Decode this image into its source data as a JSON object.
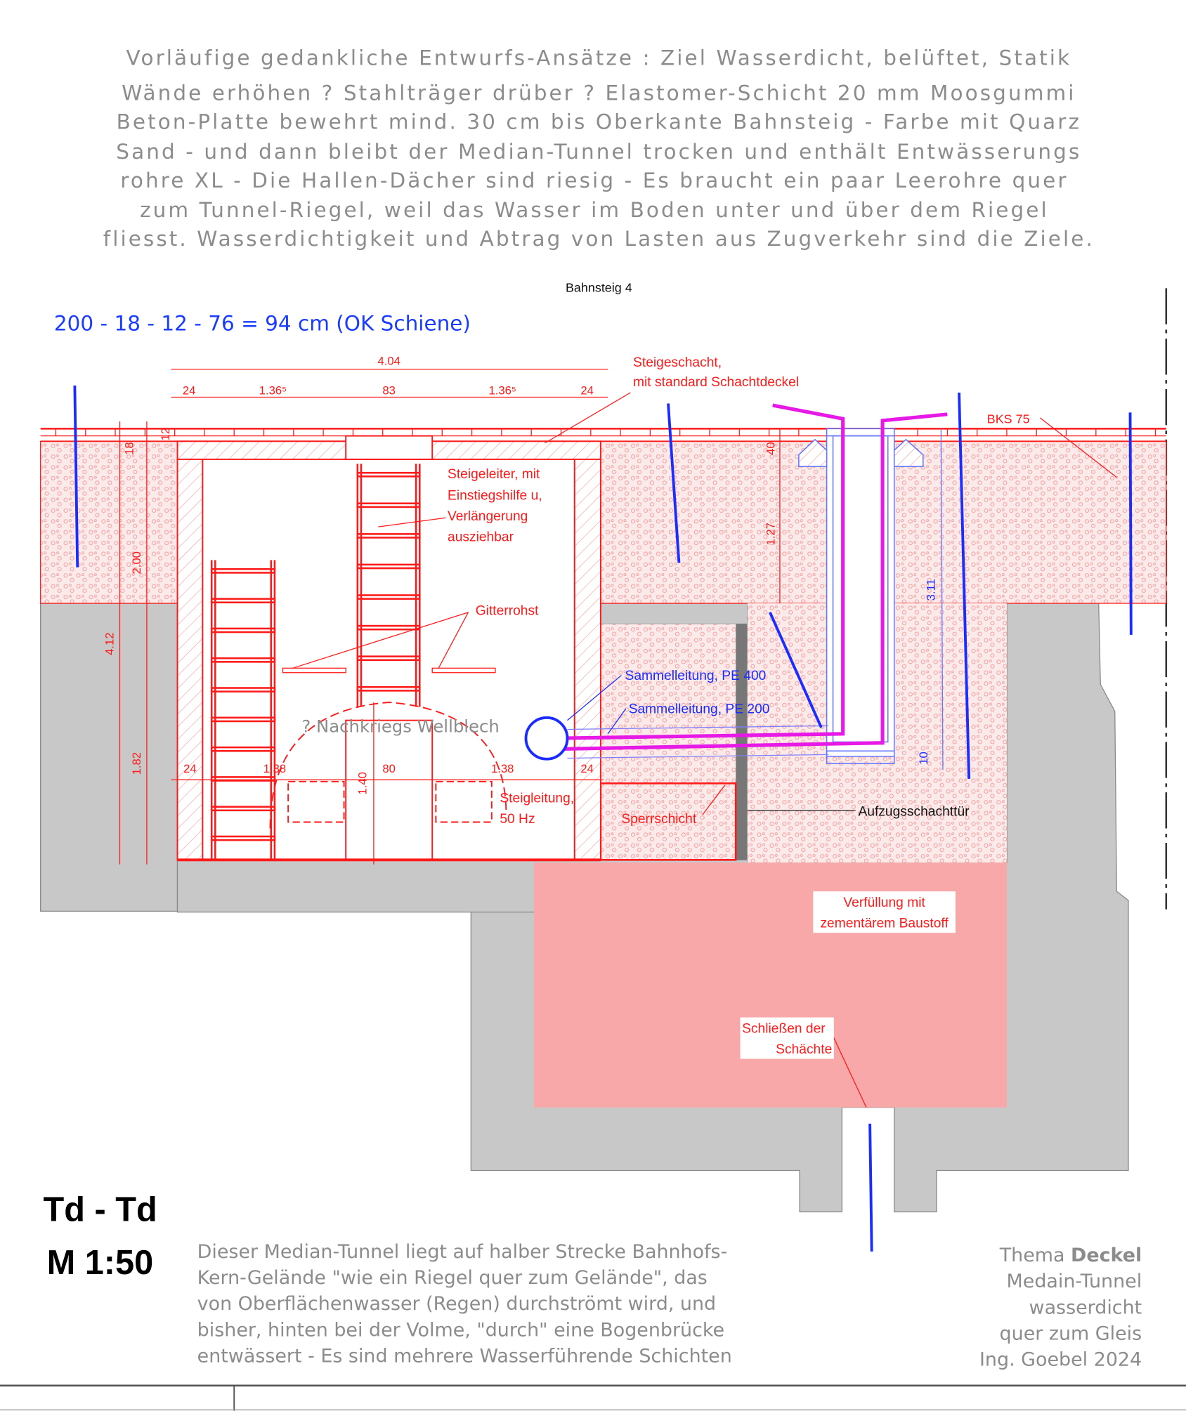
{
  "header_lines": [
    "Vorläufige gedankliche Entwurfs-Ansätze : Ziel Wasserdicht, belüftet, Statik",
    "Wände erhöhen ? Stahlträger drüber ? Elastomer-Schicht 20 mm Moosgummi",
    "Beton-Platte bewehrt mind. 30 cm bis Oberkante Bahnsteig - Farbe mit Quarz",
    "Sand - und dann bleibt der Median-Tunnel trocken und enthält Entwässerungs",
    "rohre XL  - Die Hallen-Dächer sind riesig - Es braucht ein paar Leerohre quer",
    "zum Tunnel-Riegel, weil das Wasser im Boden unter und über dem Riegel",
    "fliesst. Wasserdichtigkeit und Abtrag von Lasten aus Zugverkehr sind die Ziele."
  ],
  "platform_label": "Bahnsteig 4",
  "formula": "200 - 18 - 12 - 76 = 94 cm (OK Schiene)",
  "dimensions": {
    "total_width": "4.04",
    "top_segments": [
      "24",
      "1.36⁵",
      "83",
      "1.36⁵",
      "24"
    ],
    "bottom_segments": [
      "24",
      "1.38",
      "80",
      "1.38",
      "24"
    ],
    "vertical_left": [
      "12",
      "18",
      "2.00",
      "4.12",
      "1.82"
    ],
    "arch_height": "1.40",
    "shaft": [
      "40",
      "1.27"
    ],
    "right": [
      "3.11",
      "10"
    ]
  },
  "labels": {
    "steigeschacht_1": "Steigeschacht,",
    "steigeschacht_2": "mit standard Schachtdeckel",
    "bks": "BKS 75",
    "steigeleiter": [
      "Steigeleiter, mit",
      "Einstiegshilfe u,",
      "Verlängerung",
      "ausziehbar"
    ],
    "gitterrohst": "Gitterrohst",
    "sammel_400": "Sammelleitung, PE 400",
    "sammel_200": "Sammelleitung, PE 200",
    "wellblech": "? Nachkriegs Wellblech",
    "steigleitung": [
      "Steigleitung,",
      "50 Hz"
    ],
    "sperrschicht": "Sperrschicht",
    "aufzug": "Aufzugsschachttür",
    "verfuellung": [
      "Verfüllung mit",
      "zementärem Baustoff"
    ],
    "schliessen": [
      "Schließen der",
      "Schächte"
    ]
  },
  "section_title": "Td - Td",
  "scale": "M 1:50",
  "description_lines": [
    "Dieser Median-Tunnel liegt auf halber Strecke Bahnhofs-",
    "Kern-Gelände \"wie ein Riegel quer zum Gelände\", das",
    "von Oberflächenwasser (Regen) durchströmt wird, und",
    "bisher, hinten bei der Volme, \"durch\" eine Bogenbrücke",
    "entwässert - Es sind mehrere Wasserführende Schichten"
  ],
  "theme": {
    "prefix": "Thema ",
    "bold": "Deckel",
    "lines": [
      "Medain-Tunnel",
      "wasserdicht",
      "quer zum Gleis",
      "Ing. Goebel  2024"
    ]
  },
  "colors": {
    "red": "#ff1a1a",
    "blue": "#1a2cff",
    "magenta": "#e619e6",
    "concrete": "#c8c8c8",
    "fill": "#f8a8a8"
  }
}
